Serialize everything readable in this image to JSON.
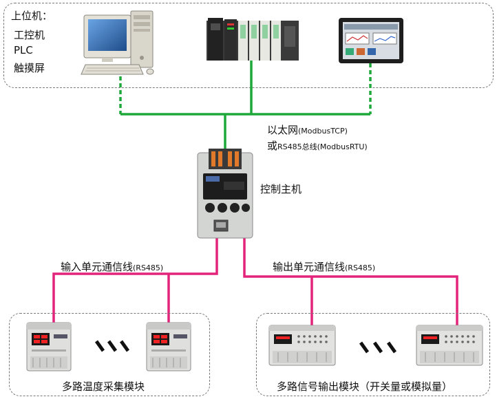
{
  "upper": {
    "title": "上位机：",
    "items": [
      "工控机",
      "PLC",
      "触摸屏"
    ]
  },
  "network": {
    "line1_main": "以太网",
    "line1_sub": "(ModbusTCP)",
    "line2_main": "或",
    "line2_sub": "RS485总线(ModbusRTU)"
  },
  "controller": {
    "label": "控制主机"
  },
  "input_link": {
    "main": "输入单元通信线",
    "sub": "(RS485)"
  },
  "output_link": {
    "main": "输出单元通信线",
    "sub": "(RS485)"
  },
  "temp_group": {
    "label": "多路温度采集模块"
  },
  "signal_group": {
    "label": "多路信号输出模块（开关量或模拟量）"
  },
  "colors": {
    "green_line": "#1fa83a",
    "pink_line": "#e4247a",
    "panel_border": "#777777",
    "device_gray": "#d6d8d6",
    "device_dark": "#2a2a2a"
  },
  "icons": {
    "pc": "desktop-pc-icon",
    "plc": "plc-rack-icon",
    "hmi": "touch-screen-icon",
    "controller": "din-rail-controller-icon",
    "temp_module": "temperature-module-icon",
    "signal_module": "signal-output-module-icon",
    "ellipsis": "ellipsis-dashes-icon"
  }
}
